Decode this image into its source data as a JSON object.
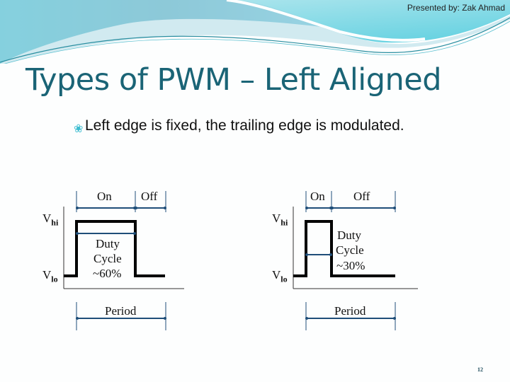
{
  "header": {
    "presenter": "Presented by: Zak Ahmad"
  },
  "slide": {
    "title": "Types of PWM – Left Aligned",
    "bullet_icon": "decorative-bullet-icon",
    "bullet_text": "Left edge is fixed, the trailing edge is modulated.",
    "page_number": "12"
  },
  "colors": {
    "title": "#1a6476",
    "arrow": "#1f4e79",
    "wave": "#000000",
    "accent": "#3bbcd0"
  },
  "diagrams": [
    {
      "on": "On",
      "off": "Off",
      "vhi": "V",
      "vhi_sub": "hi",
      "vlo": "V",
      "vlo_sub": "lo",
      "duty_1": "Duty",
      "duty_2": "Cycle",
      "duty_3": "~60%",
      "period": "Period",
      "duty_cycle_percent": 60
    },
    {
      "on": "On",
      "off": "Off",
      "vhi": "V",
      "vhi_sub": "hi",
      "vlo": "V",
      "vlo_sub": "lo",
      "duty_1": "Duty",
      "duty_2": "Cycle",
      "duty_3": "~30%",
      "period": "Period",
      "duty_cycle_percent": 30
    }
  ]
}
